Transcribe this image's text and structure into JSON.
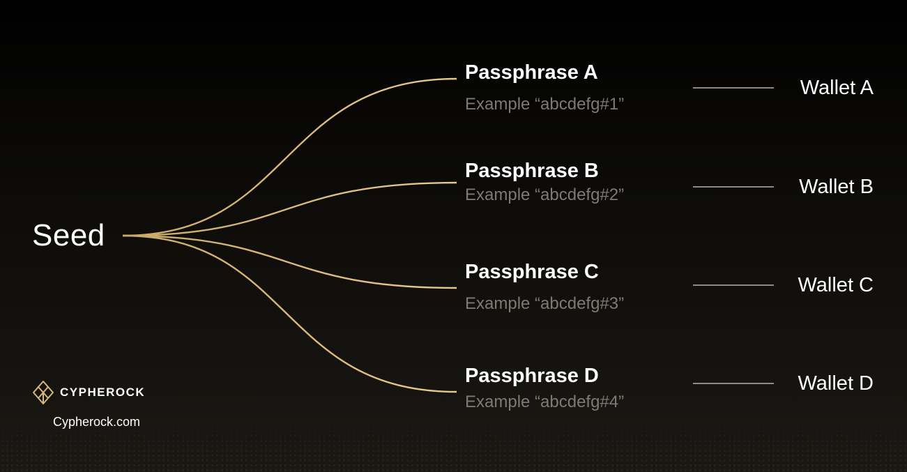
{
  "diagram": {
    "root": {
      "label": "Seed"
    },
    "branches": [
      {
        "passphrase": "Passphrase A",
        "example": "Example “abcdefg#1”",
        "wallet": "Wallet A"
      },
      {
        "passphrase": "Passphrase B",
        "example": "Example “abcdefg#2”",
        "wallet": "Wallet B"
      },
      {
        "passphrase": "Passphrase C",
        "example": "Example “abcdefg#3”",
        "wallet": "Wallet C"
      },
      {
        "passphrase": "Passphrase D",
        "example": "Example “abcdefg#4”",
        "wallet": "Wallet D"
      }
    ]
  },
  "brand": {
    "name": "CYPHEROCK",
    "website": "Cypherock.com",
    "logo_icon": "cypherock-logo-icon"
  },
  "colors": {
    "curve": "#e3c283",
    "connector": "#b9b4aa",
    "example_text": "#7d7a74",
    "logo_gold": "#d7b87a"
  }
}
